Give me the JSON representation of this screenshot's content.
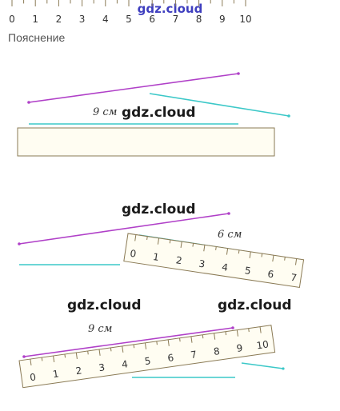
{
  "header": {
    "site": "gdz.cloud"
  },
  "section": {
    "label": "Пояснение"
  },
  "watermarks": [
    "gdz.cloud",
    "gdz.cloud",
    "gdz.cloud",
    "gdz.cloud"
  ],
  "annotations": {
    "fig1": "9 см",
    "fig2": "6 см",
    "fig3": "9 см"
  },
  "rulers": {
    "fig1": [
      "0",
      "1",
      "2",
      "3",
      "4",
      "5",
      "6",
      "7",
      "8",
      "9",
      "10"
    ],
    "fig2": [
      "0",
      "1",
      "2",
      "3",
      "4",
      "5",
      "6",
      "7"
    ],
    "fig3": [
      "0",
      "1",
      "2",
      "3",
      "4",
      "5",
      "6",
      "7",
      "8",
      "9",
      "10"
    ]
  },
  "colors": {
    "purple": "#b040c8",
    "cyan": "#3cc8c8",
    "ruler_fill": "#fffdf2",
    "ruler_stroke": "#8a7a55"
  }
}
